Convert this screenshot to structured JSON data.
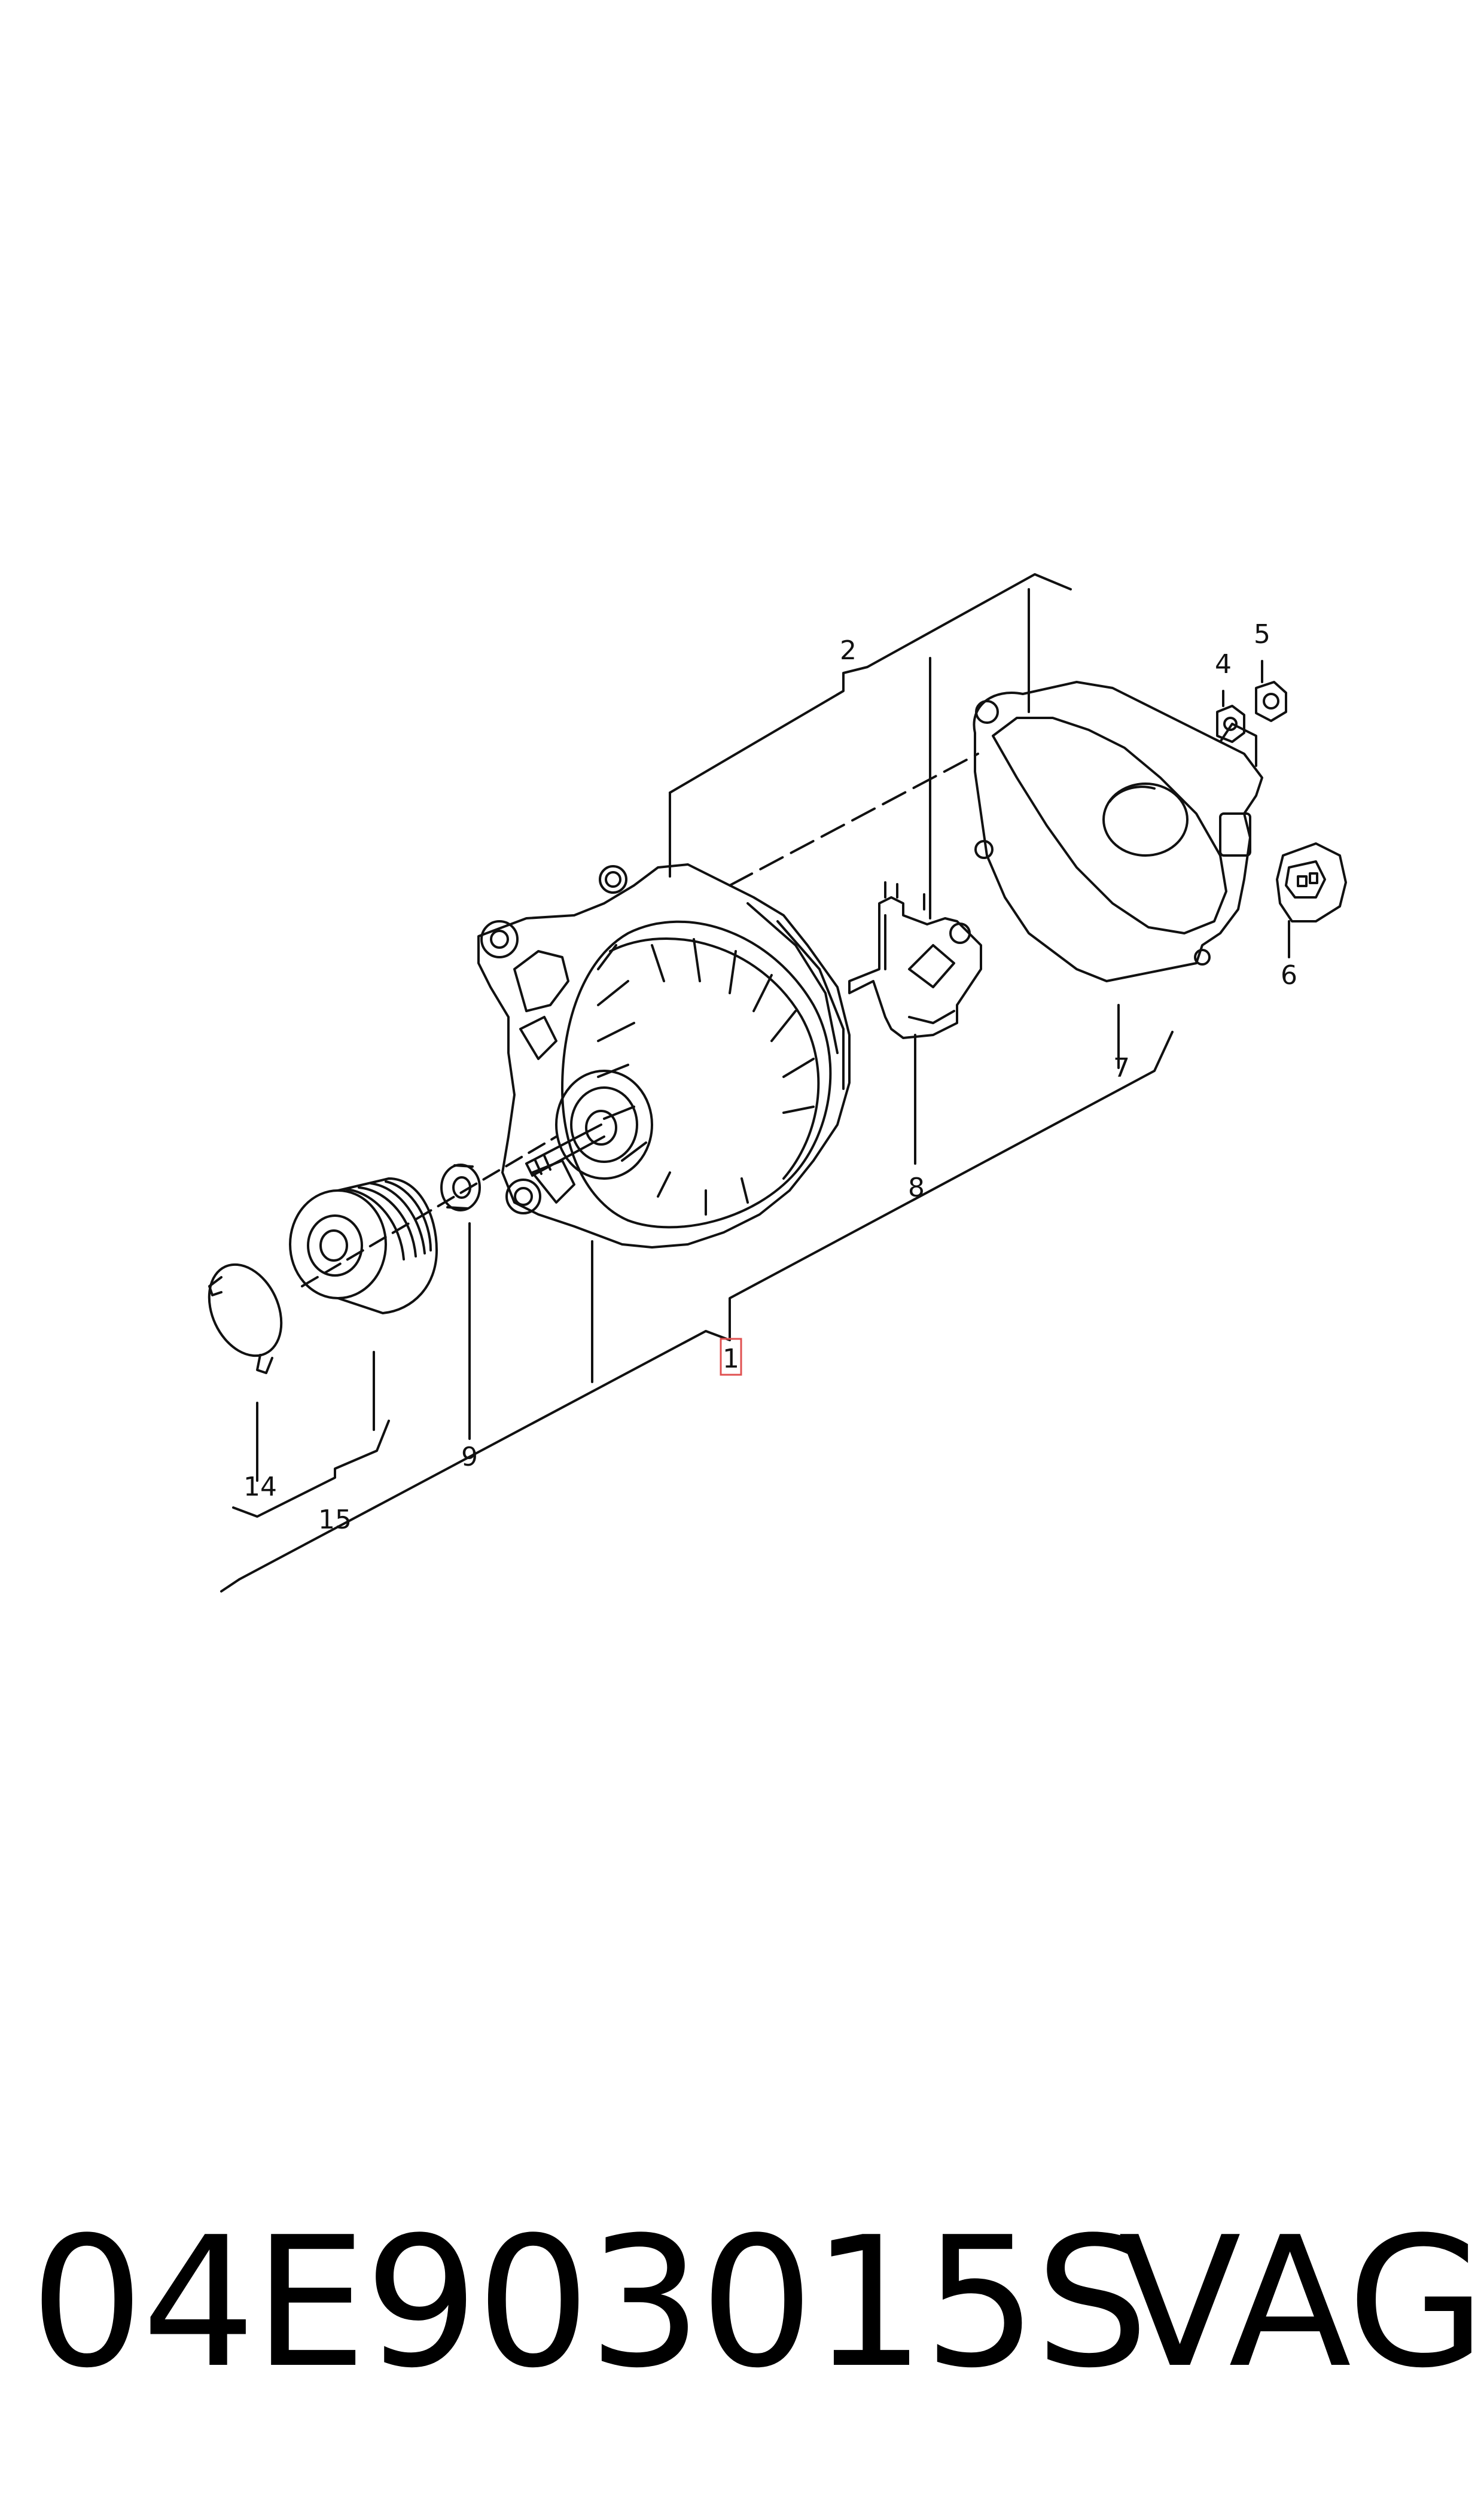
{
  "callouts": {
    "c1": "1",
    "c2": "2",
    "c4": "4",
    "c5": "5",
    "c6": "6",
    "c7": "7",
    "c8": "8",
    "c9": "9",
    "c14": "14",
    "c15": "15"
  },
  "footer": {
    "part_number": "04E903015S",
    "brand": "VAG"
  },
  "colors": {
    "line": "#111111",
    "highlight": "#e05050"
  }
}
